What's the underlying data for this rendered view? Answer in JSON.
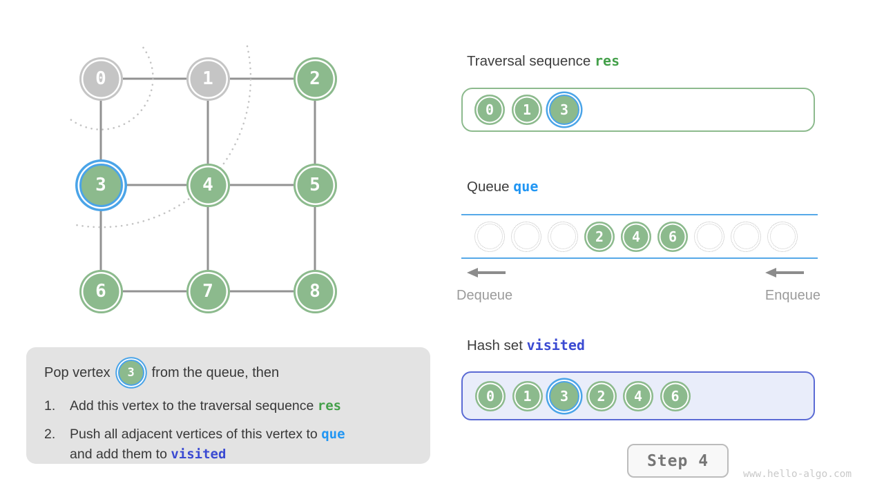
{
  "colors": {
    "node_green": "#8cba8d",
    "node_gray": "#c5c5c5",
    "active_ring_blue": "#4aa4e8",
    "edge_gray": "#929292",
    "arc_dotted_gray": "#c3c3c3",
    "res_code_green": "#44a04a",
    "que_code_blue": "#2196f3",
    "visited_code_indigo": "#3a4ad2",
    "queue_line_blue": "#55a8e8",
    "visited_box_border": "#5a6ad4",
    "visited_box_bg": "#e9edfa",
    "explain_bg": "#e3e3e3"
  },
  "graph": {
    "nodes": [
      {
        "label": "0",
        "state": "gray",
        "col": 0,
        "row": 0
      },
      {
        "label": "1",
        "state": "gray",
        "col": 1,
        "row": 0
      },
      {
        "label": "2",
        "state": "green",
        "col": 2,
        "row": 0
      },
      {
        "label": "3",
        "state": "active",
        "col": 0,
        "row": 1
      },
      {
        "label": "4",
        "state": "green",
        "col": 1,
        "row": 1
      },
      {
        "label": "5",
        "state": "green",
        "col": 2,
        "row": 1
      },
      {
        "label": "6",
        "state": "green",
        "col": 0,
        "row": 2
      },
      {
        "label": "7",
        "state": "green",
        "col": 1,
        "row": 2
      },
      {
        "label": "8",
        "state": "green",
        "col": 2,
        "row": 2
      }
    ],
    "edges": [
      [
        0,
        1
      ],
      [
        1,
        2
      ],
      [
        0,
        3
      ],
      [
        1,
        4
      ],
      [
        2,
        5
      ],
      [
        3,
        4
      ],
      [
        4,
        5
      ],
      [
        3,
        6
      ],
      [
        4,
        7
      ],
      [
        5,
        8
      ],
      [
        6,
        7
      ],
      [
        7,
        8
      ]
    ]
  },
  "explanation": {
    "intro_before": "Pop vertex",
    "intro_vertex": "3",
    "intro_after": "from the queue, then",
    "items": [
      {
        "number": "1.",
        "segments": [
          {
            "t": "Add this vertex to the traversal sequence "
          },
          {
            "code": "res",
            "color": "res_code_green"
          }
        ]
      },
      {
        "number": "2.",
        "segments": [
          {
            "t": "Push all adjacent vertices of this vertex to "
          },
          {
            "code": "que",
            "color": "que_code_blue"
          },
          {
            "br": true
          },
          {
            "t": "and add them to "
          },
          {
            "code": "visited",
            "color": "visited_code_indigo"
          }
        ]
      }
    ]
  },
  "res_section": {
    "title": "Traversal sequence",
    "code": "res",
    "items": [
      {
        "v": "0"
      },
      {
        "v": "1"
      },
      {
        "v": "3",
        "active": true
      }
    ]
  },
  "queue_section": {
    "title": "Queue",
    "code": "que",
    "slots": [
      "",
      "",
      "",
      "2",
      "4",
      "6",
      "",
      "",
      ""
    ],
    "dequeue_label": "Dequeue",
    "enqueue_label": "Enqueue"
  },
  "visited_section": {
    "title": "Hash set",
    "code": "visited",
    "items": [
      {
        "v": "0"
      },
      {
        "v": "1"
      },
      {
        "v": "3",
        "active": true
      },
      {
        "v": "2"
      },
      {
        "v": "4"
      },
      {
        "v": "6"
      }
    ]
  },
  "step": {
    "label": "Step 4"
  },
  "watermark": "www.hello-algo.com"
}
